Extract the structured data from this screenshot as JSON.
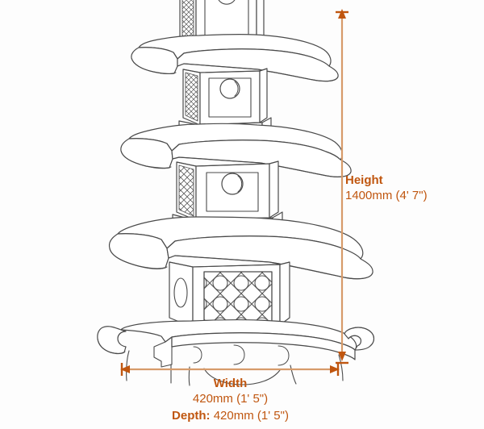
{
  "drawing": {
    "subject": "three-tier japanese stone pagoda lantern",
    "view": "perspective line drawing",
    "line_color": "#4a4a4a",
    "background_color": "#fdfdfd"
  },
  "dimensions": {
    "accent_text_color": "#c0560f",
    "leader_line_color": "#d79b6a",
    "height": {
      "title": "Height",
      "value": "1400mm (4' 7\")"
    },
    "width": {
      "title": "Width",
      "value": "420mm (1' 5\")"
    },
    "depth": {
      "title": "Depth:",
      "value": "420mm (1' 5\")"
    }
  }
}
